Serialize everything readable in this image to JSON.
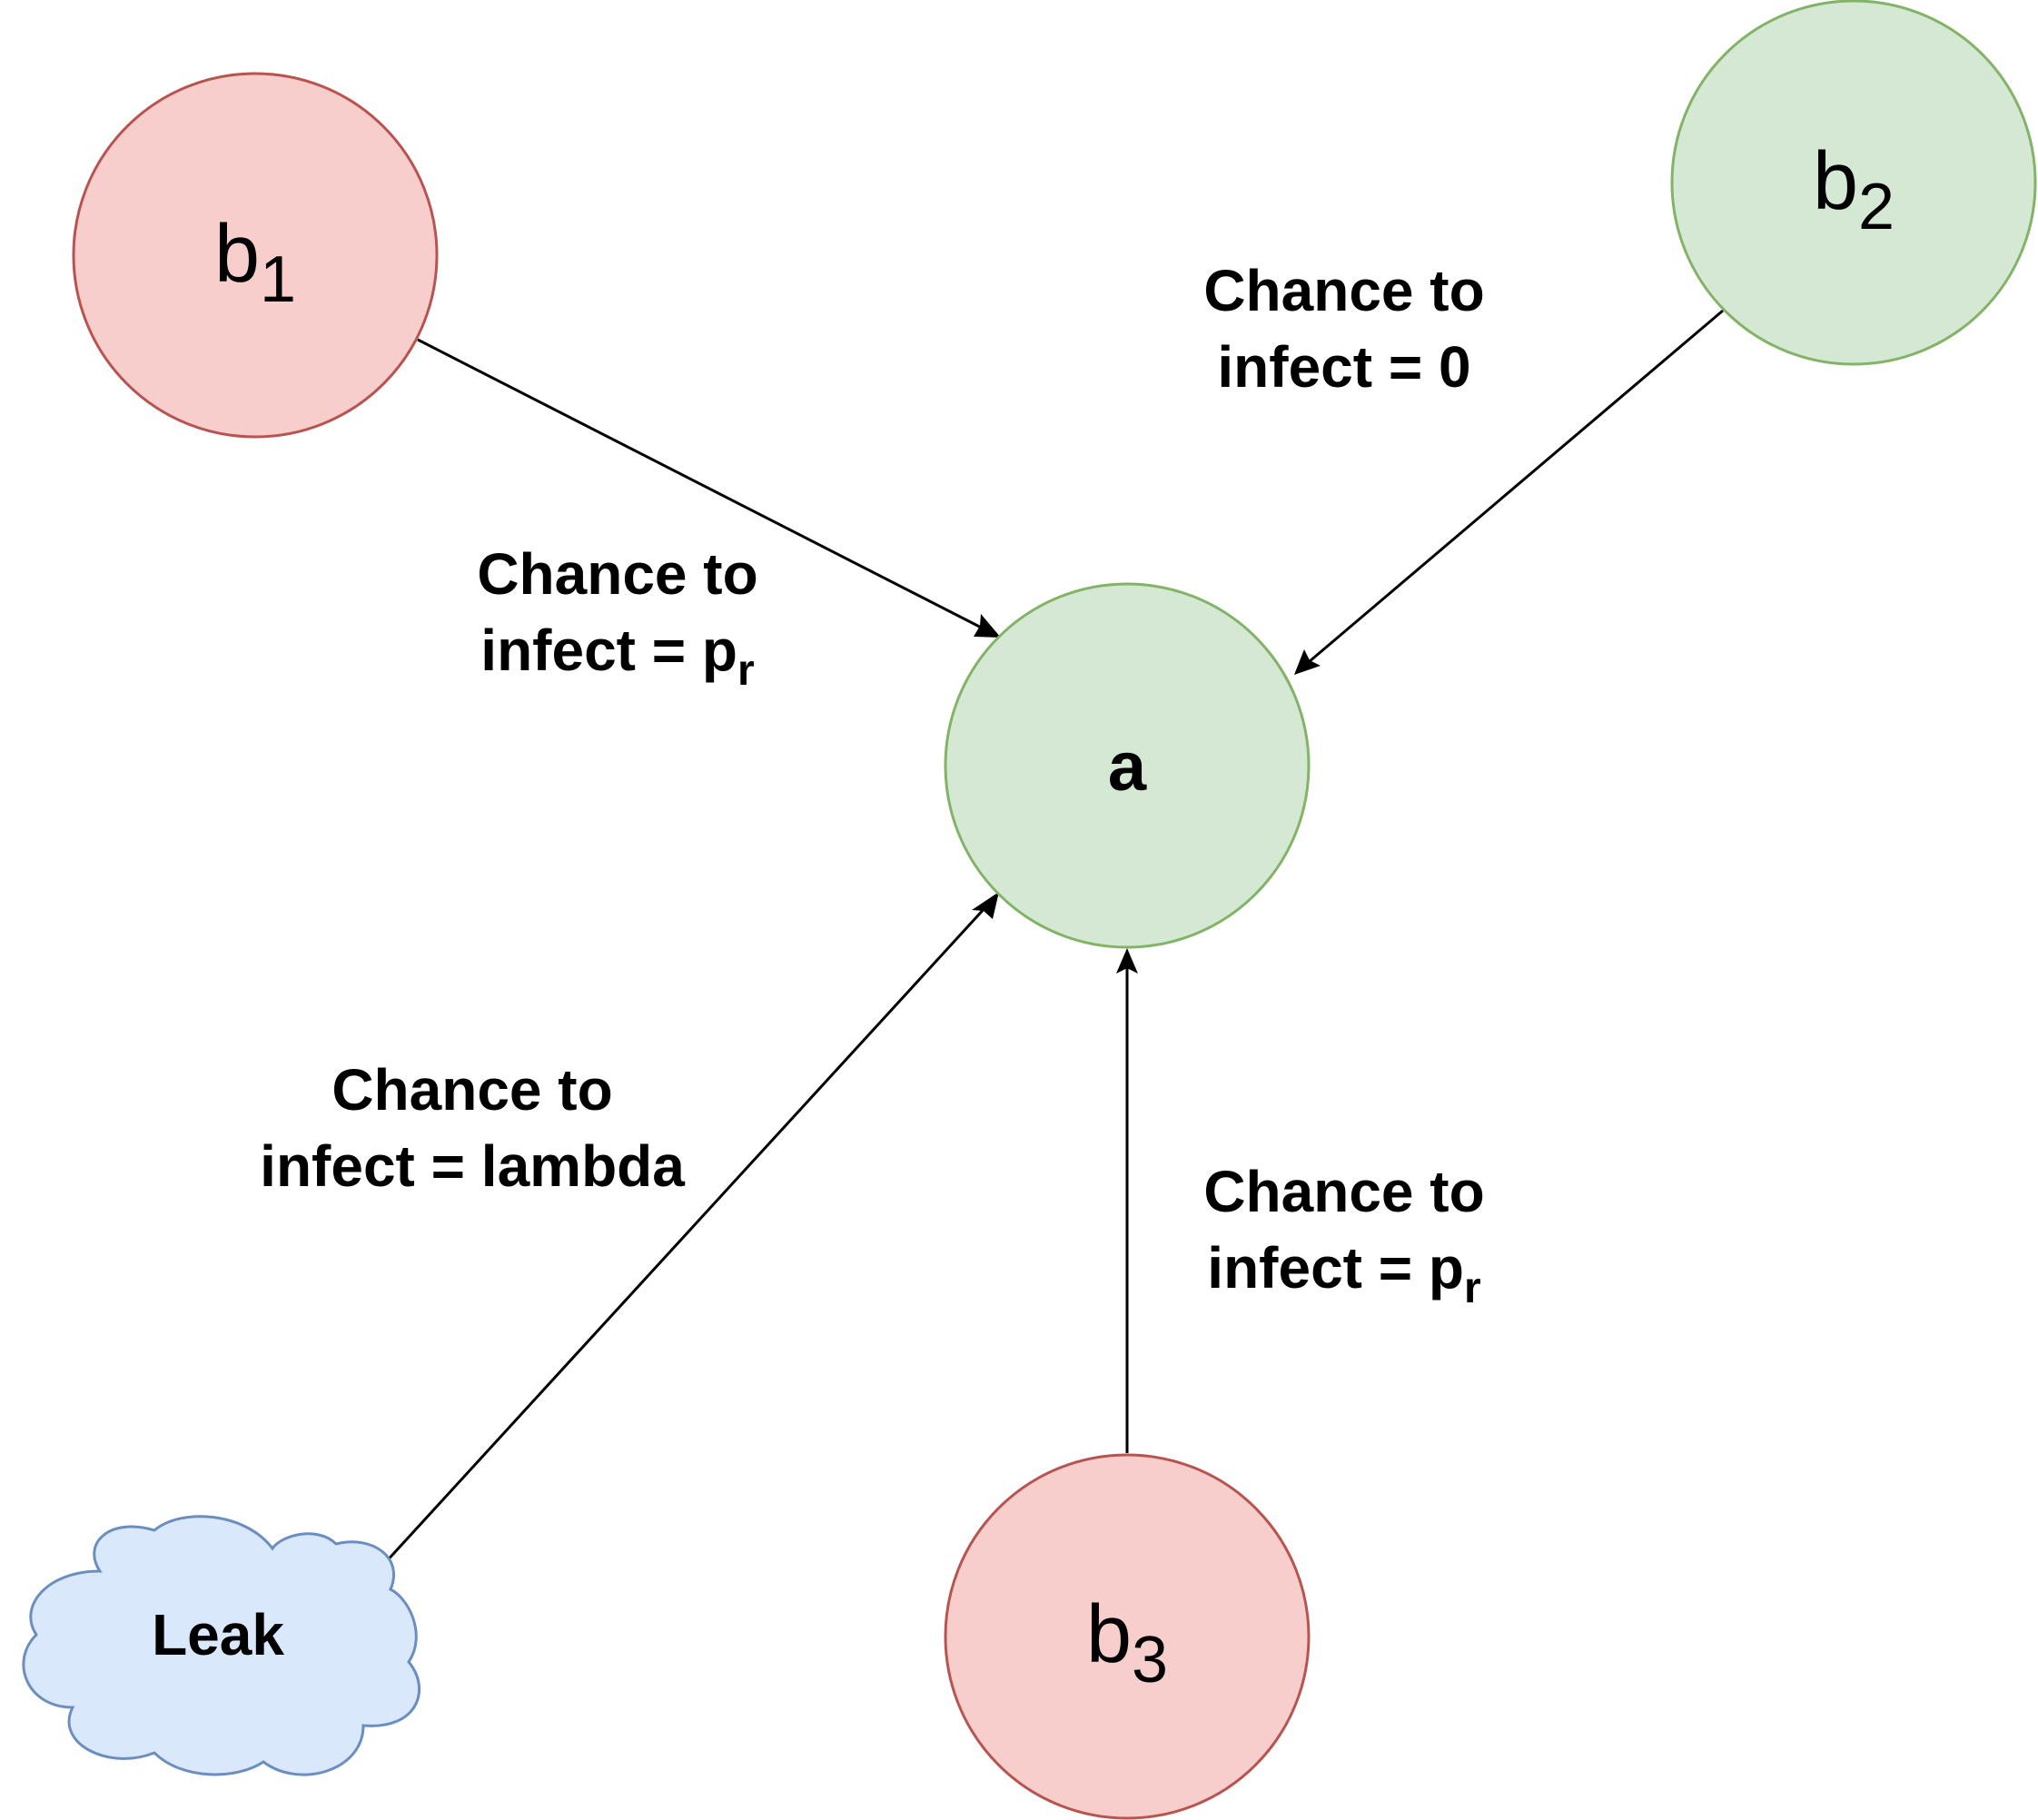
{
  "nodes": {
    "b1": {
      "base": "b",
      "sub": "1"
    },
    "b2": {
      "base": "b",
      "sub": "2"
    },
    "b3": {
      "base": "b",
      "sub": "3"
    },
    "a": {
      "label": "a"
    },
    "leak": {
      "label": "Leak"
    }
  },
  "edges": {
    "b1_to_a": {
      "line1": "Chance to",
      "line2": "infect = p",
      "sub": "r"
    },
    "b2_to_a": {
      "line1": "Chance to",
      "line2": "infect = 0"
    },
    "leak_to_a": {
      "line1": "Chance to",
      "line2": "infect = lambda"
    },
    "b3_to_a": {
      "line1": "Chance to",
      "line2": "infect = p",
      "sub": "r"
    }
  },
  "colors": {
    "infected_fill": "#f8cecc",
    "infected_stroke": "#b85450",
    "healthy_fill": "#d5e8d4",
    "healthy_stroke": "#82b366",
    "leak_fill": "#dae8fc",
    "leak_stroke": "#6c8ebf",
    "edge": "#000000"
  }
}
